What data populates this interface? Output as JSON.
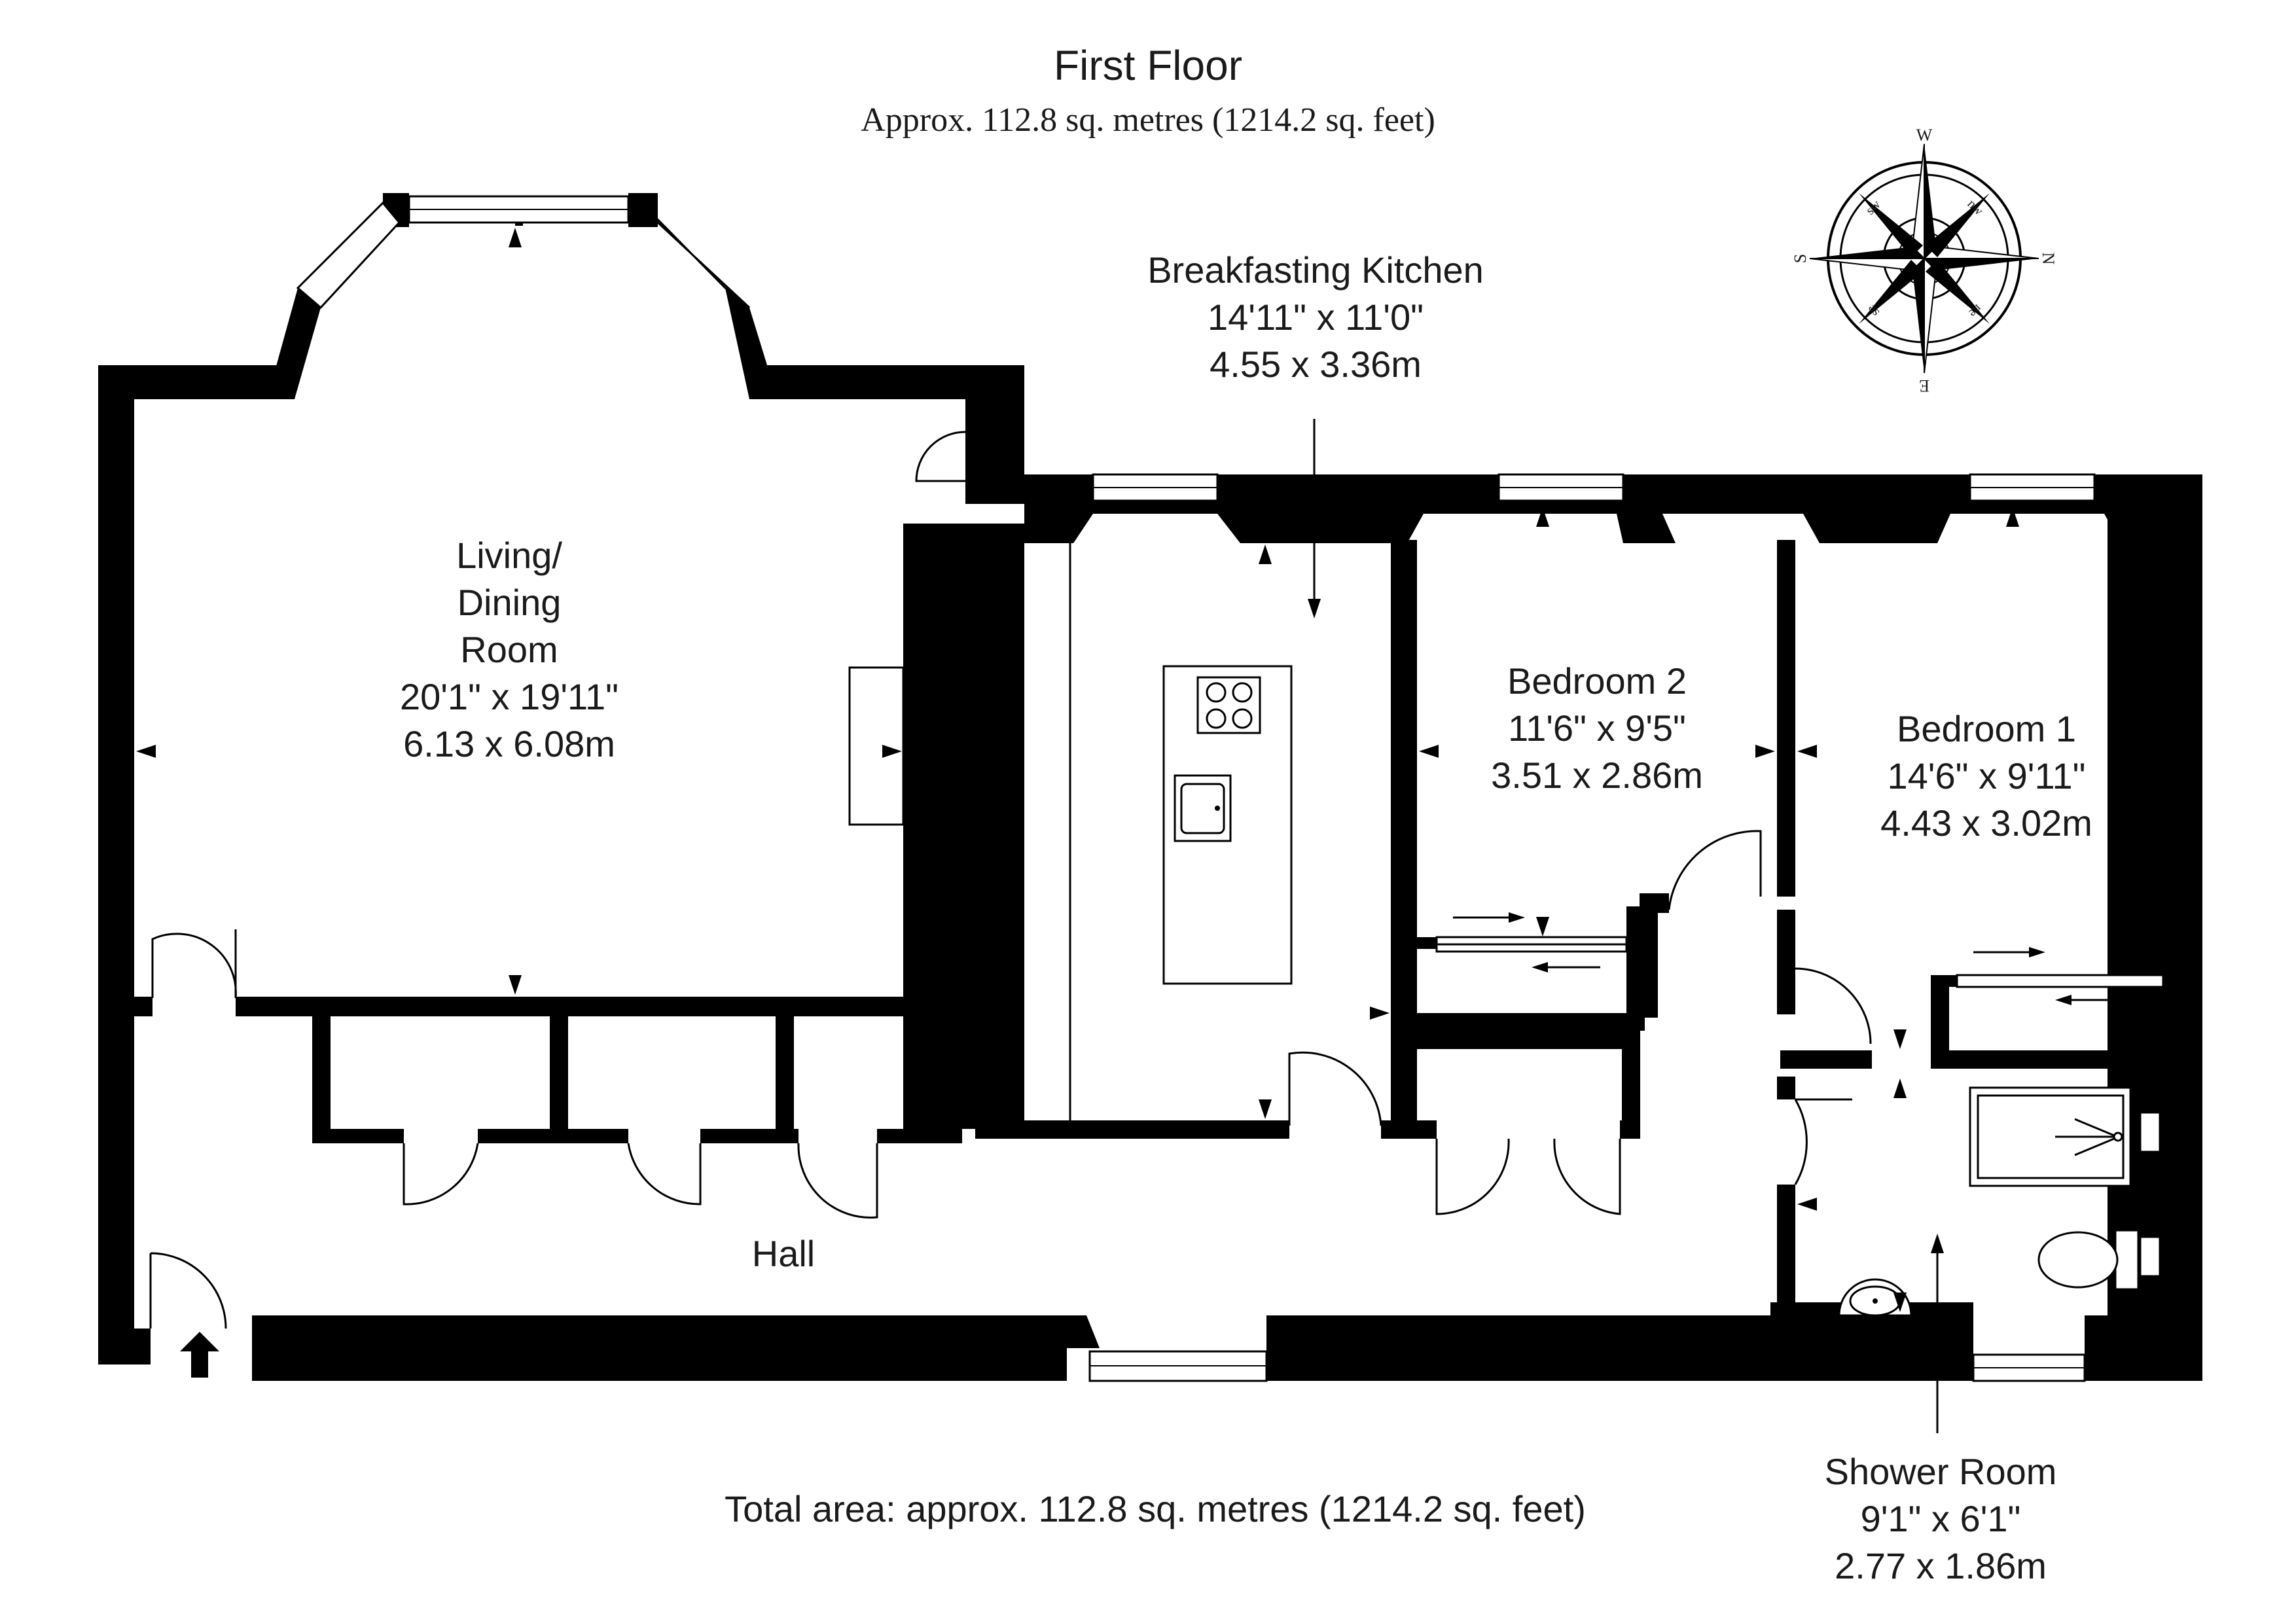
{
  "header": {
    "title": "First Floor",
    "subtitle": "Approx. 112.8 sq. metres (1214.2 sq. feet)"
  },
  "rooms": {
    "living": {
      "name_line1": "Living/",
      "name_line2": "Dining",
      "name_line3": "Room",
      "imperial": "20'1\" x 19'11\"",
      "metric": "6.13 x 6.08m"
    },
    "kitchen": {
      "name": "Breakfasting Kitchen",
      "imperial": "14'11\" x 11'0\"",
      "metric": "4.55 x 3.36m"
    },
    "bedroom2": {
      "name": "Bedroom 2",
      "imperial": "11'6\" x 9'5\"",
      "metric": "3.51 x 2.86m"
    },
    "bedroom1": {
      "name": "Bedroom 1",
      "imperial": "14'6\" x 9'11\"",
      "metric": "4.43 x 3.02m"
    },
    "hall": {
      "name": "Hall"
    },
    "shower": {
      "name": "Shower Room",
      "imperial": "9'1\" x 6'1\"",
      "metric": "2.77 x 1.86m"
    }
  },
  "compass": {
    "top": "W",
    "right": "N",
    "bottom": "E",
    "left": "S",
    "nw": "nw",
    "sw": "sw",
    "ne": "ne",
    "se": "se"
  },
  "footer": {
    "total_area": "Total area: approx. 112.8 sq. metres (1214.2 sq. feet)"
  }
}
